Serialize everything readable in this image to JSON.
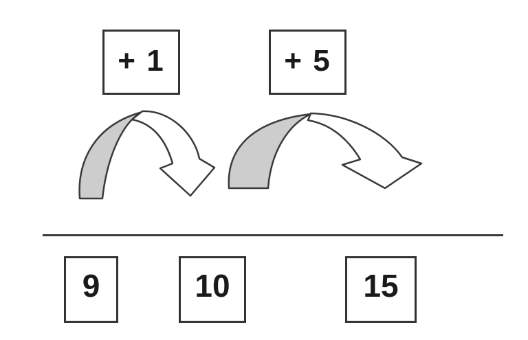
{
  "diagram": {
    "description": "Number line addition jumps worksheet diagram",
    "jump_labels": [
      {
        "label": "+ 1"
      },
      {
        "label": "+ 5"
      }
    ],
    "numbers": [
      "9",
      "10",
      "15"
    ],
    "colors": {
      "stroke": "#3a3a3a",
      "arc_shaded_fill": "#cdcdcd",
      "arc_white_fill": "#ffffff",
      "background": "#ffffff"
    }
  }
}
